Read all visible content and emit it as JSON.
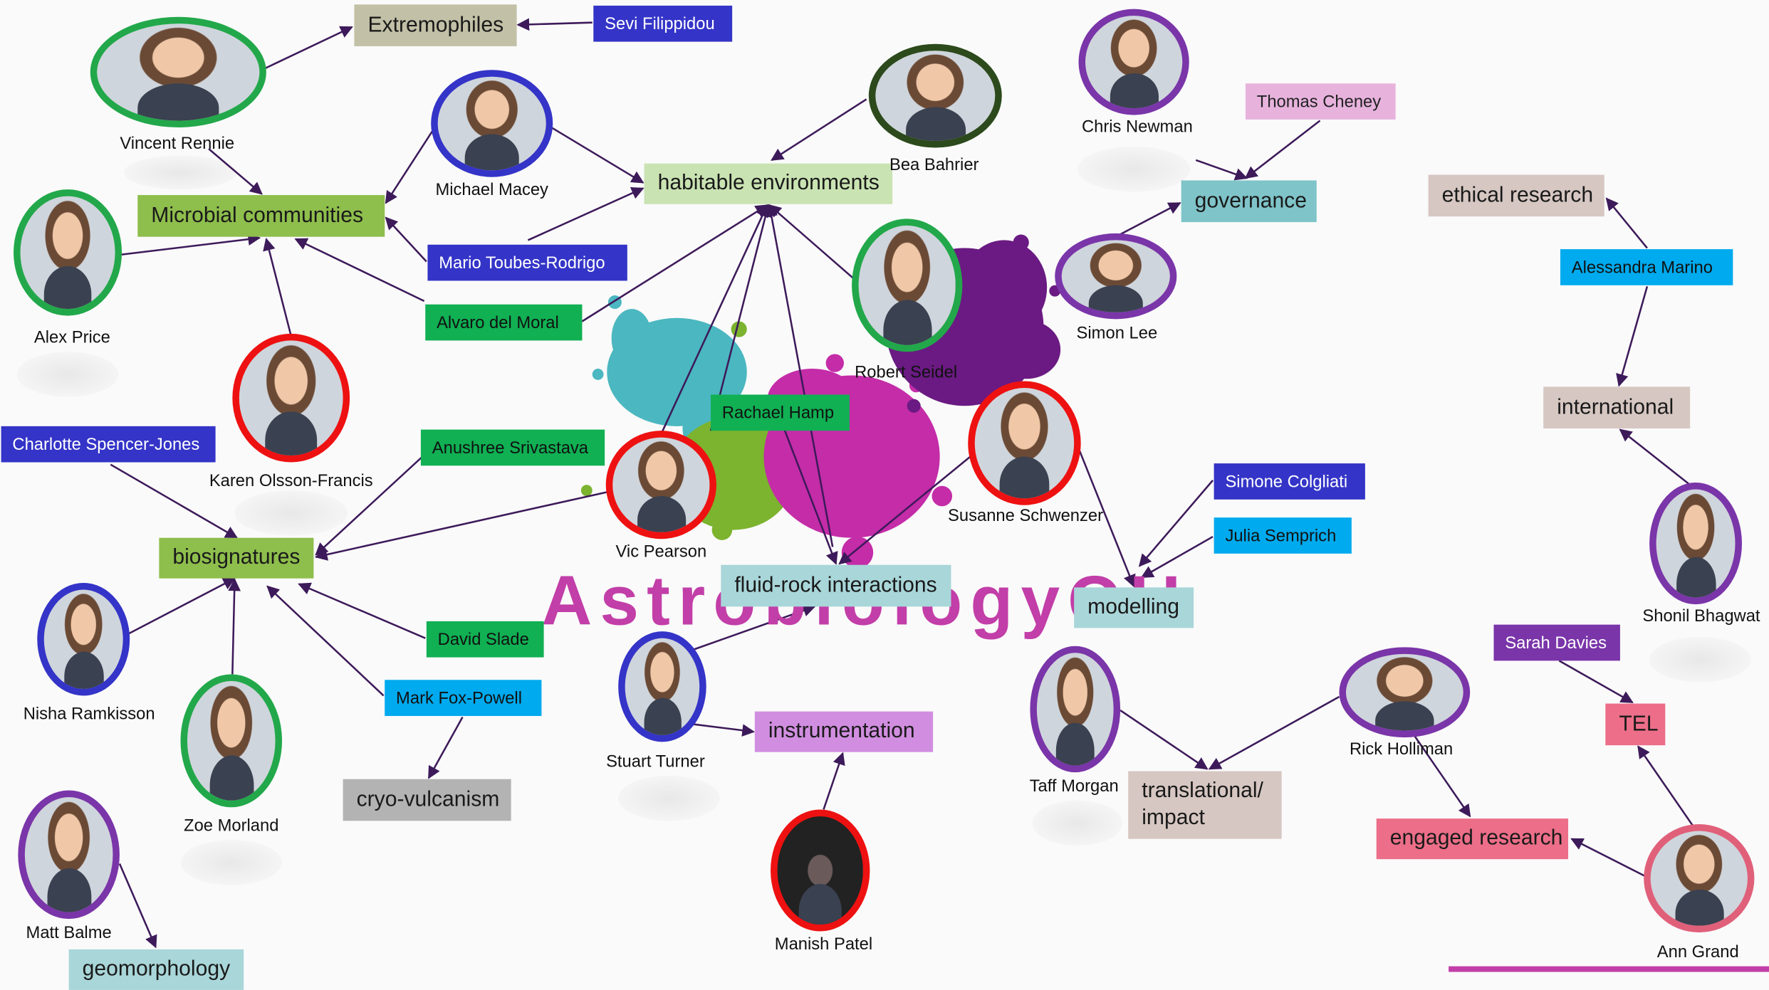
{
  "title": "AstrobiologyOU",
  "colors": {
    "ring_green": "#22a84a",
    "ring_blue": "#3434c8",
    "ring_red": "#ee1111",
    "ring_purple": "#7a35a9",
    "ring_darkgreen": "#2c4a1c",
    "ring_pink": "#e0607a",
    "link": "#3d1a5a",
    "title": "#c23ea8"
  },
  "topics": [
    {
      "id": "extremophiles",
      "label": "Extremophiles",
      "color": "#c2c0a6"
    },
    {
      "id": "microbial",
      "label": "Microbial communities",
      "color": "#8ebe4c"
    },
    {
      "id": "habitable",
      "label": "habitable environments",
      "color": "#c9e3b2"
    },
    {
      "id": "governance",
      "label": "governance",
      "color": "#7fc4c9"
    },
    {
      "id": "ethical",
      "label": "ethical research",
      "color": "#d6c7c2"
    },
    {
      "id": "international",
      "label": "international",
      "color": "#d6c7c2"
    },
    {
      "id": "biosignatures",
      "label": "biosignatures",
      "color": "#8ebe4c"
    },
    {
      "id": "fluidrock",
      "label": "fluid-rock interactions",
      "color": "#a9d6d9"
    },
    {
      "id": "modelling",
      "label": "modelling",
      "color": "#a9d6d9"
    },
    {
      "id": "cryo",
      "label": "cryo-vulcanism",
      "color": "#b3b3b3"
    },
    {
      "id": "instrumentation",
      "label": "instrumentation",
      "color": "#d18ee0"
    },
    {
      "id": "translational",
      "label": "translational/ impact",
      "color": "#d6c7c2"
    },
    {
      "id": "tel",
      "label": "TEL",
      "color": "#ec6e88"
    },
    {
      "id": "engaged",
      "label": "engaged research",
      "color": "#ec6e88"
    },
    {
      "id": "geomorphology",
      "label": "geomorphology",
      "color": "#a9d6d9"
    }
  ],
  "tags": [
    {
      "id": "sevi",
      "label": "Sevi Filippidou",
      "style": "blue"
    },
    {
      "id": "thomas",
      "label": "Thomas Cheney",
      "style": "pink"
    },
    {
      "id": "mario",
      "label": "Mario Toubes-Rodrigo",
      "style": "blue"
    },
    {
      "id": "alvaro",
      "label": "Alvaro del Moral",
      "style": "green"
    },
    {
      "id": "alessandra",
      "label": "Alessandra Marino",
      "style": "cyan"
    },
    {
      "id": "charlotte",
      "label": "Charlotte Spencer-Jones",
      "style": "blue"
    },
    {
      "id": "anushree",
      "label": "Anushree Srivastava",
      "style": "green"
    },
    {
      "id": "rachael",
      "label": "Rachael Hamp",
      "style": "green"
    },
    {
      "id": "simone",
      "label": "Simone Colgliati",
      "style": "blue"
    },
    {
      "id": "julia",
      "label": "Julia Semprich",
      "style": "cyan"
    },
    {
      "id": "sarah",
      "label": "Sarah Davies",
      "style": "purple"
    },
    {
      "id": "david",
      "label": "David Slade",
      "style": "green"
    },
    {
      "id": "mark",
      "label": "Mark Fox-Powell",
      "style": "cyan"
    }
  ],
  "people": [
    {
      "id": "vincent",
      "name": "Vincent Rennie",
      "ring": "ring_green"
    },
    {
      "id": "michael",
      "name": "Michael Macey",
      "ring": "ring_blue"
    },
    {
      "id": "bea",
      "name": "Bea Bahrier",
      "ring": "ring_darkgreen"
    },
    {
      "id": "chris",
      "name": "Chris Newman",
      "ring": "ring_purple"
    },
    {
      "id": "alex",
      "name": "Alex Price",
      "ring": "ring_green"
    },
    {
      "id": "robert",
      "name": "Robert Seidel",
      "ring": "ring_green"
    },
    {
      "id": "simonlee",
      "name": "Simon Lee",
      "ring": "ring_purple"
    },
    {
      "id": "karen",
      "name": "Karen Olsson-Francis",
      "ring": "ring_red"
    },
    {
      "id": "susanne",
      "name": "Susanne Schwenzer",
      "ring": "ring_red"
    },
    {
      "id": "vic",
      "name": "Vic Pearson",
      "ring": "ring_red"
    },
    {
      "id": "shonil",
      "name": "Shonil Bhagwat",
      "ring": "ring_purple"
    },
    {
      "id": "nisha",
      "name": "Nisha Ramkisson",
      "ring": "ring_blue"
    },
    {
      "id": "zoe",
      "name": "Zoe Morland",
      "ring": "ring_green"
    },
    {
      "id": "stuart",
      "name": "Stuart Turner",
      "ring": "ring_blue"
    },
    {
      "id": "taff",
      "name": "Taff Morgan",
      "ring": "ring_purple"
    },
    {
      "id": "rick",
      "name": "Rick Holliman",
      "ring": "ring_purple"
    },
    {
      "id": "matt",
      "name": "Matt Balme",
      "ring": "ring_purple"
    },
    {
      "id": "manish",
      "name": "Manish Patel",
      "ring": "ring_red"
    },
    {
      "id": "ann",
      "name": "Ann Grand",
      "ring": "ring_pink"
    }
  ]
}
